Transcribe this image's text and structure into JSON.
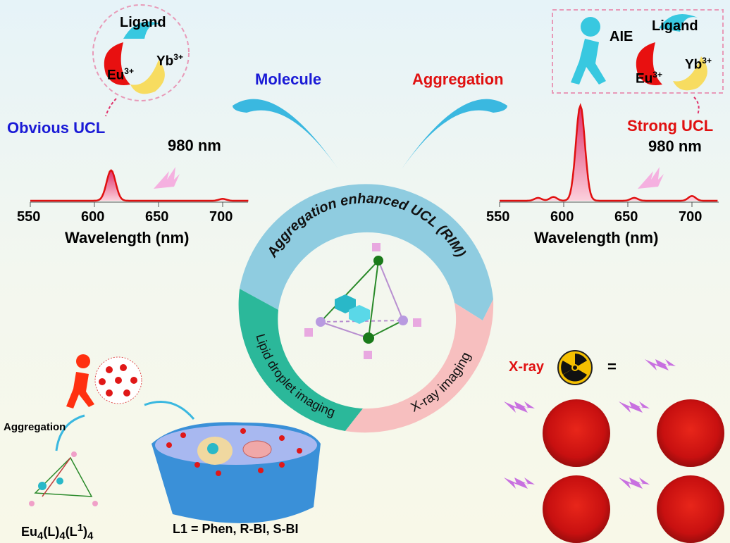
{
  "left_panel": {
    "labels": {
      "ligand": "Ligand",
      "eu": "Eu",
      "eu_sup": "3+",
      "yb": "Yb",
      "yb_sup": "3+"
    },
    "title": "Obvious UCL",
    "excitation": "980 nm",
    "xlabel": "Wavelength (nm)",
    "ticks": [
      "550",
      "600",
      "650",
      "700"
    ],
    "color": "#1a1ad6"
  },
  "right_panel": {
    "labels": {
      "aie": "AIE",
      "ligand": "Ligand",
      "eu": "Eu",
      "eu_sup": "3+",
      "yb": "Yb",
      "yb_sup": "3+"
    },
    "title": "Strong UCL",
    "excitation": "980 nm",
    "xlabel": "Wavelength (nm)",
    "ticks": [
      "550",
      "600",
      "650",
      "700"
    ],
    "color": "#e01010"
  },
  "molecule_label": "Molecule",
  "aggregation_label": "Aggregation",
  "ring": {
    "top": "Aggregation enhanced UCL (RIM)",
    "left": "Lipid droplet imaging",
    "right": "X-ray imaging",
    "colors": {
      "top": "#8fcce0",
      "left": "#2bb89a",
      "right": "#f7bfbf"
    }
  },
  "bottom_left": {
    "aggregation": "Aggregation",
    "formula": "Eu4(L)4(L1)4",
    "ligands": "L1 = Phen, R-BI, S-BI"
  },
  "xray": {
    "label": "X-ray",
    "equals": "="
  },
  "spectra": {
    "x_range_nm": [
      550,
      720
    ],
    "main_peak_nm": 613,
    "left_relative_peak": 0.32,
    "right_relative_peak": 1.0
  }
}
